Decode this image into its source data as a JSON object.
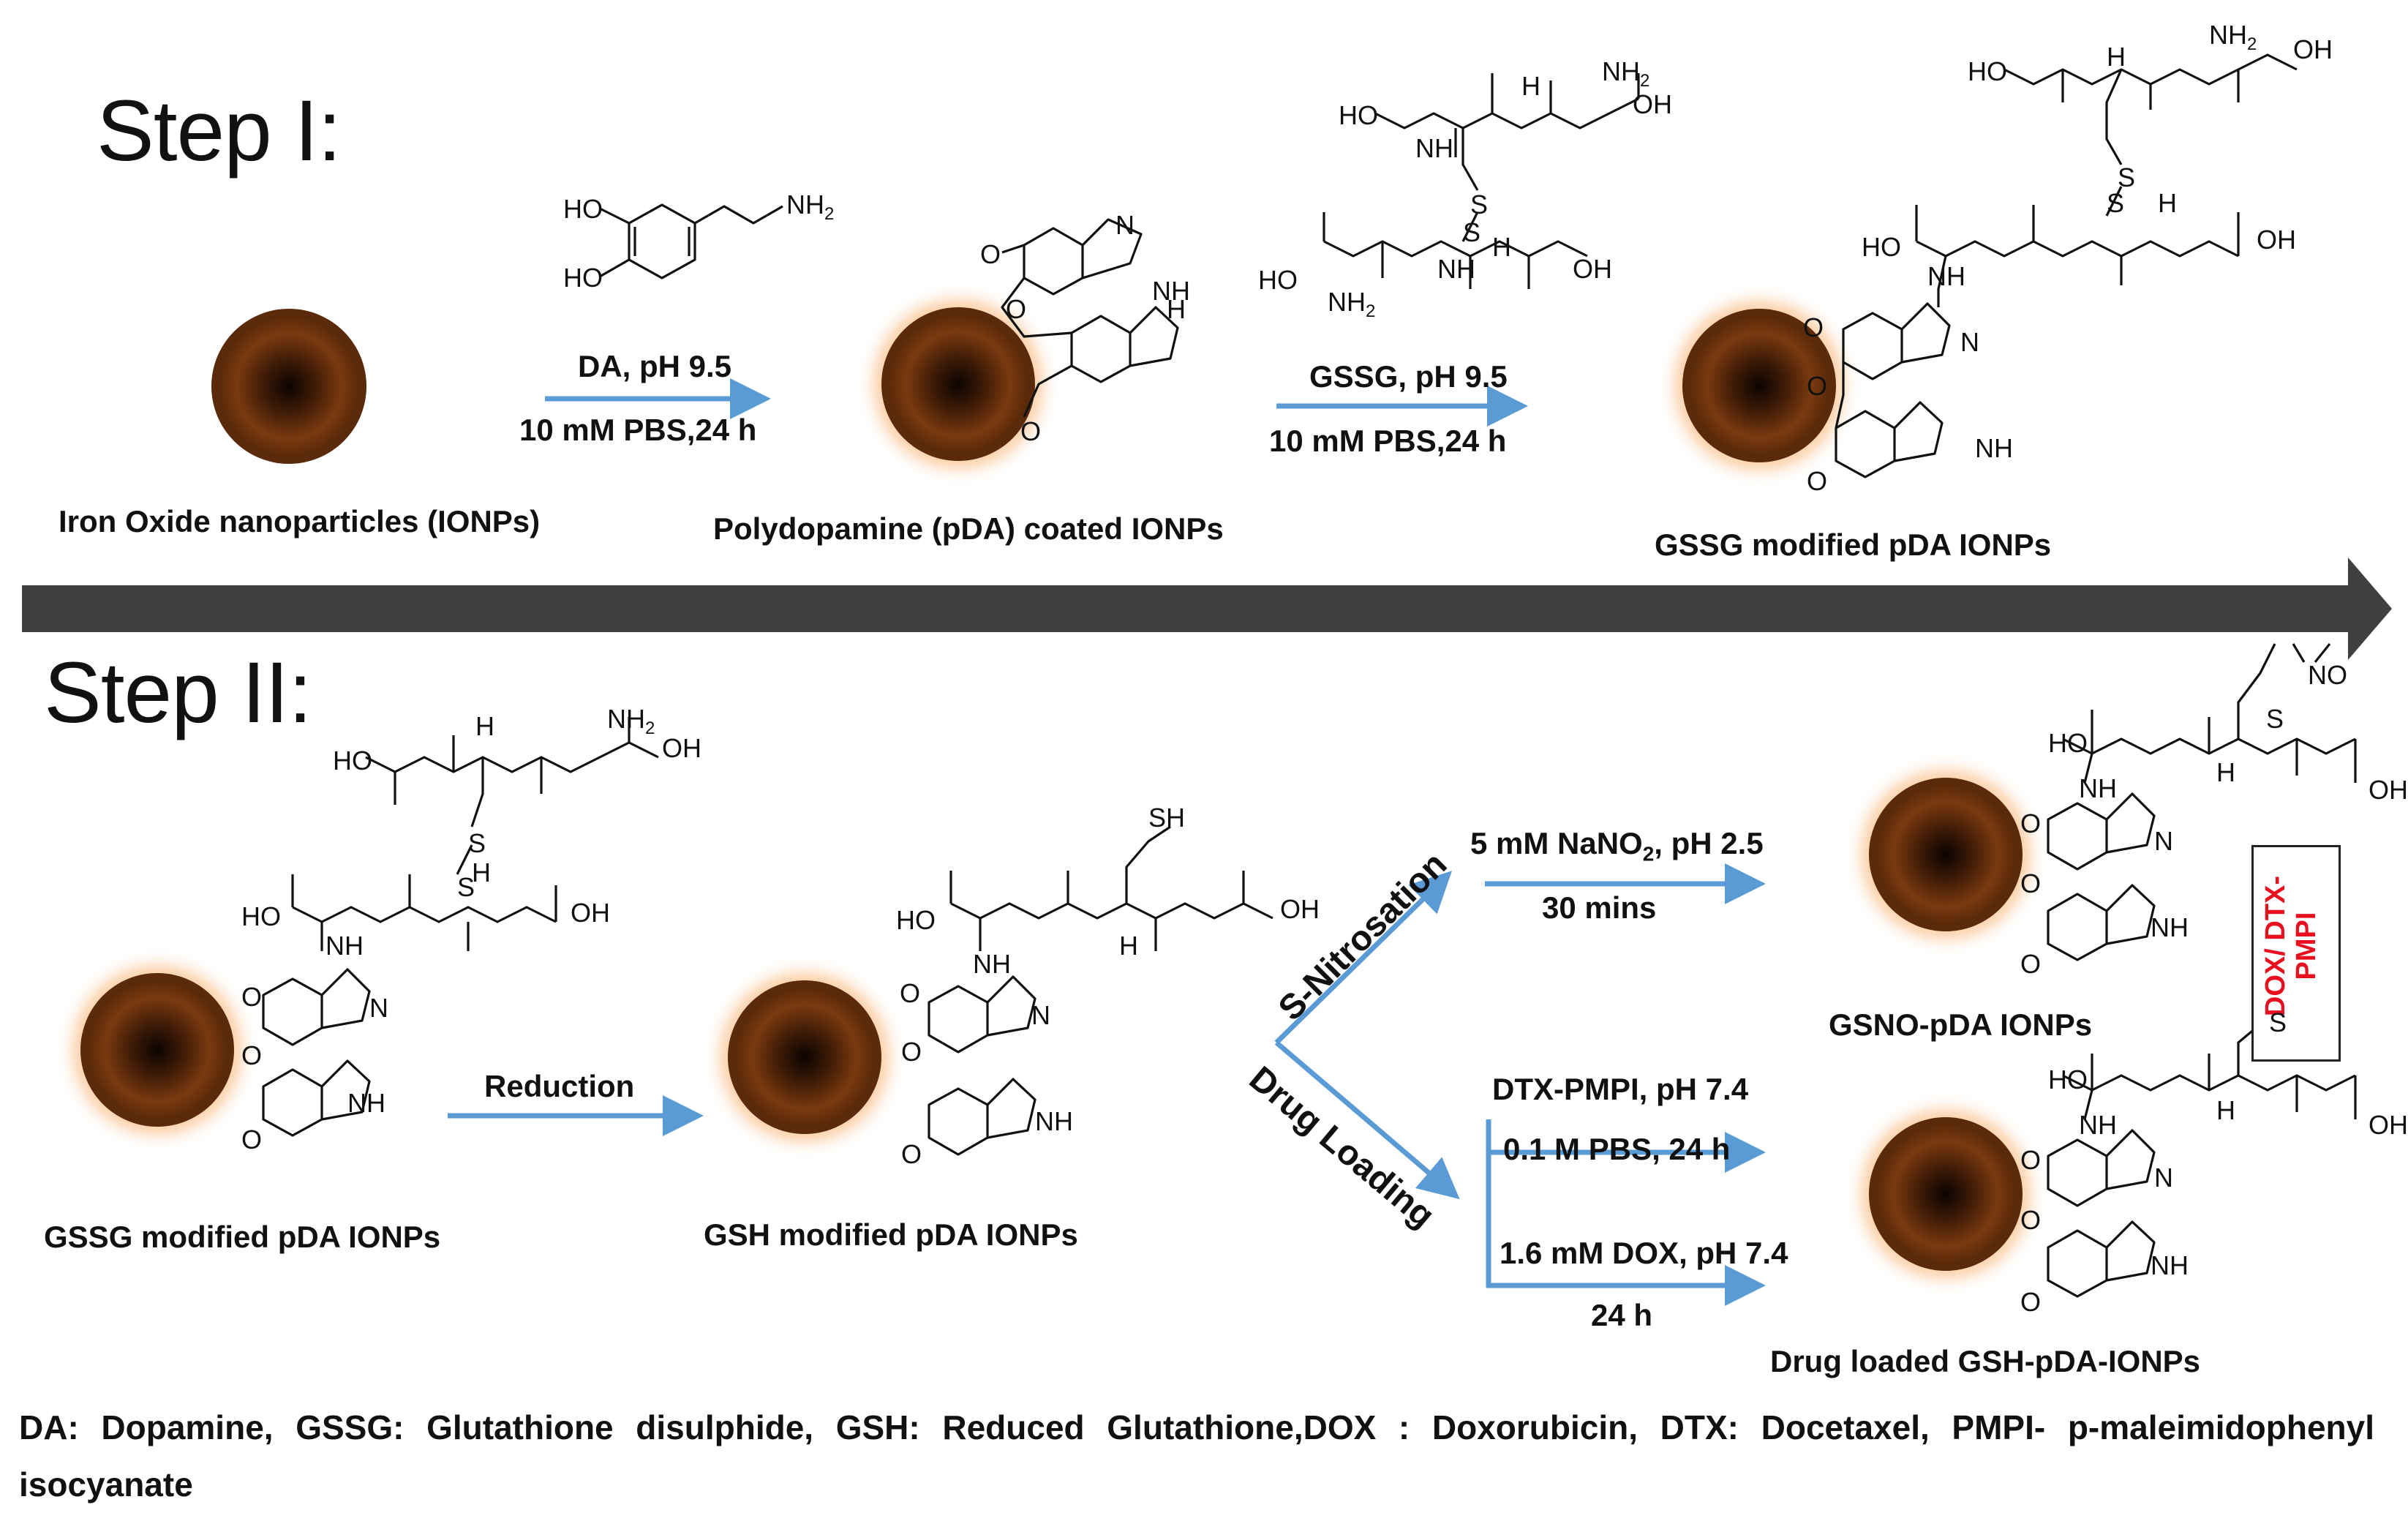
{
  "steps": {
    "step1": "Step I:",
    "step2": "Step II:"
  },
  "step1": {
    "ionp_label": "Iron Oxide nanoparticles (IONPs)",
    "pda_label": "Polydopamine (pDA) coated IONPs",
    "gssg_label": "GSSG modified pDA IONPs",
    "arrow1": {
      "top": "DA, pH 9.5",
      "bottom": "10 mM PBS,24 h"
    },
    "arrow2": {
      "top": "GSSG, pH 9.5",
      "bottom": "10 mM PBS,24 h"
    }
  },
  "step2": {
    "gssg_label": "GSSG modified pDA IONPs",
    "gsh_label": "GSH modified pDA IONPs",
    "gsno_label": "GSNO-pDA IONPs",
    "drug_label": "Drug loaded GSH-pDA-IONPs",
    "reduction": "Reduction",
    "branch_nitro": "S-Nitrosation",
    "branch_drug": "Drug Loading",
    "nitro": {
      "top_pre": "5 mM NaNO",
      "top_sub": "2",
      "top_post": ", pH 2.5",
      "bottom": "30 mins"
    },
    "drug": {
      "line1": "DTX-PMPI, pH 7.4",
      "line2": "0.1 M PBS, 24 h",
      "line3": "1.6 mM DOX, pH 7.4",
      "line4": "24 h"
    },
    "dox_box": "DOX/ DTX-PMPI"
  },
  "chem": {
    "ho": "HO",
    "oh": "OH",
    "nh": "NH",
    "nh2": "NH",
    "nh2_sub": "2",
    "n": "N",
    "h": "H",
    "o": "O",
    "s": "S",
    "sh": "SH",
    "no": "NO"
  },
  "legend": "DA: Dopamine, GSSG: Glutathione disulphide, GSH: Reduced Glutathione,DOX : Doxorubicin, DTX: Docetaxel, PMPI- p-maleimidophenyl isocyanate",
  "colors": {
    "process_arrow": "#404040",
    "reaction_arrow": "#5b9bd5",
    "particle_core": "#1a0d05",
    "particle_rim": "#8a3d0f",
    "glow": "#f4a460",
    "dox_text": "#e8101e"
  }
}
